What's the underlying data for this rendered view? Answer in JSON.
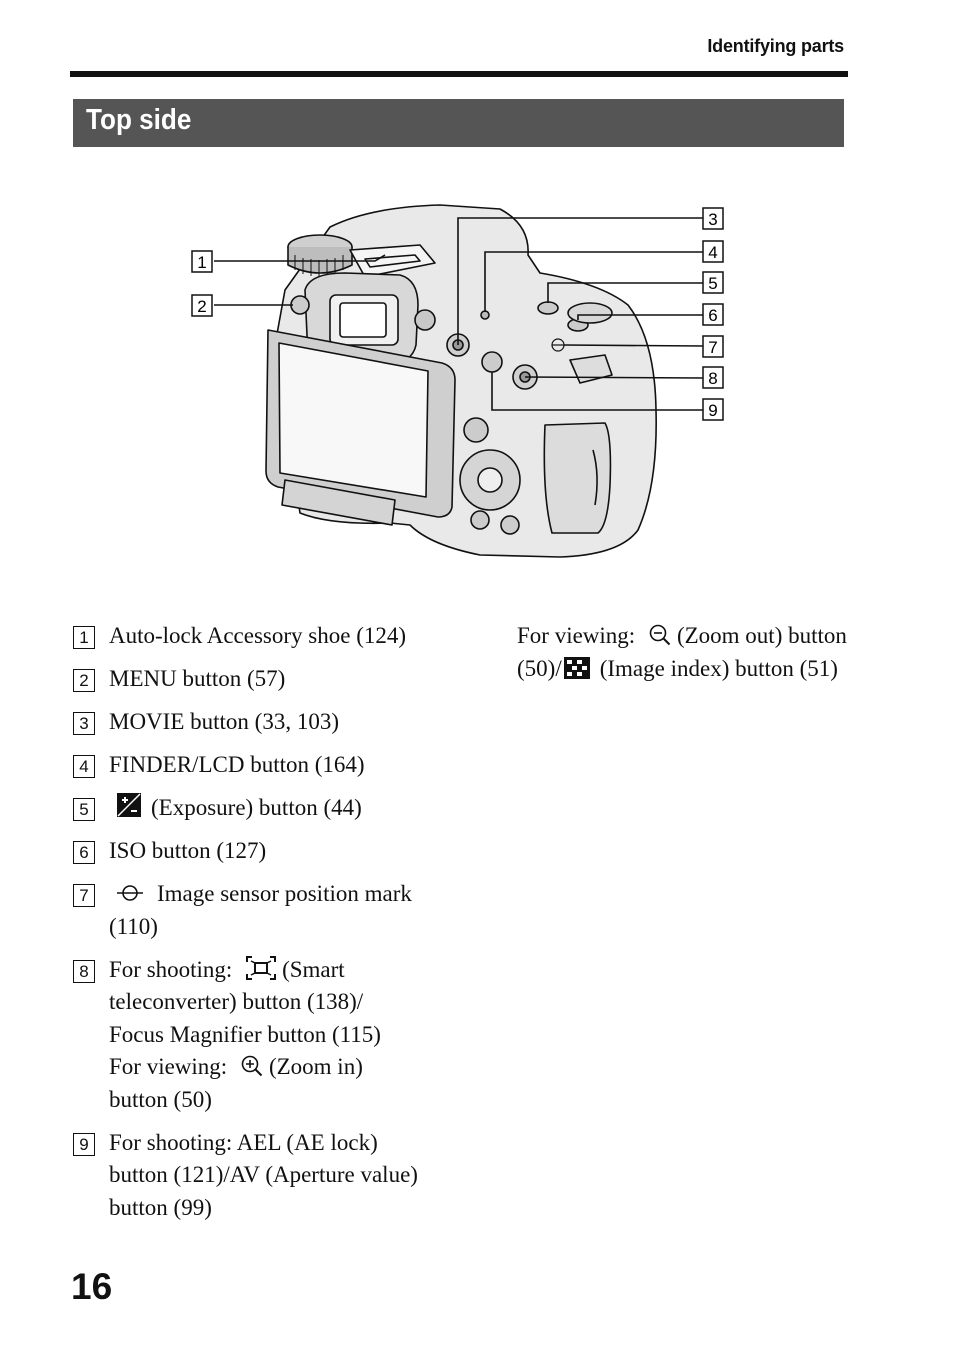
{
  "header": {
    "section": "Identifying parts",
    "title": "Top side",
    "page_number": "16"
  },
  "callout_numbers": [
    "1",
    "2",
    "3",
    "4",
    "5",
    "6",
    "7",
    "8",
    "9"
  ],
  "items": [
    {
      "num": "1",
      "text": "Auto-lock Accessory shoe (124)"
    },
    {
      "num": "2",
      "text": "MENU button (57)"
    },
    {
      "num": "3",
      "text": "MOVIE button (33, 103)"
    },
    {
      "num": "4",
      "text": "FINDER/LCD button (164)"
    },
    {
      "num": "5",
      "text": "(Exposure) button (44)"
    },
    {
      "num": "6",
      "text": "ISO button (127)"
    },
    {
      "num": "7",
      "text": "Image sensor position mark (110)"
    },
    {
      "num": "8",
      "text_a": "For shooting:",
      "text_b": "(Smart teleconverter) button (138)/ Focus Magnifier button (115)",
      "text_c": "For viewing:",
      "text_d": "(Zoom in) button (50)"
    },
    {
      "num": "9",
      "text": "For shooting: AEL (AE lock) button (121)/AV (Aperture value) button (99)"
    }
  ],
  "right_column": {
    "text_a": "For viewing:",
    "text_b": "(Zoom out) button (50)/",
    "text_c": "(Image index) button (51)"
  }
}
